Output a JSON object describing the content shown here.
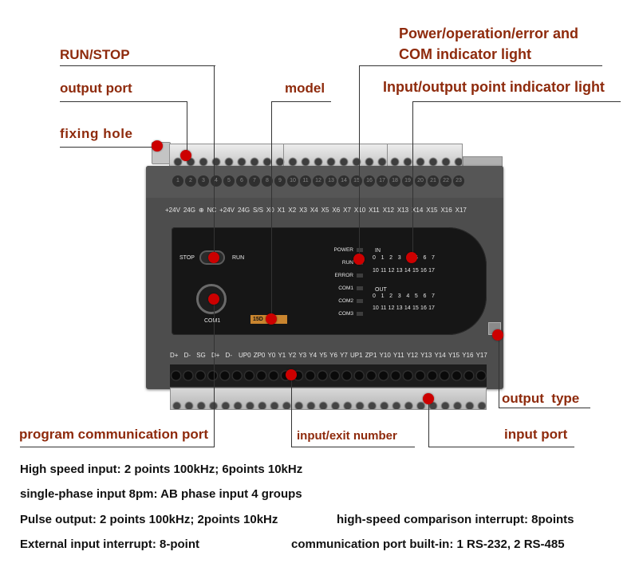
{
  "colors": {
    "callout": "#8e2a0c",
    "marker": "#cc0000"
  },
  "callouts": {
    "power_line1": "Power/operation/error and",
    "power_line2": "COM indicator light",
    "run_stop": "RUN/STOP",
    "output_port": "output port",
    "model": "model",
    "io_indicator": "Input/output point indicator light",
    "fixing_hole": "fixing hole",
    "output_type": "output  type",
    "program_port": "program communication port",
    "io_number": "input/exit number",
    "input_port": "input port"
  },
  "plc": {
    "terminal_numbers": [
      "1",
      "2",
      "3",
      "4",
      "5",
      "6",
      "7",
      "8",
      "9",
      "10",
      "11",
      "12",
      "13",
      "14",
      "15",
      "16",
      "17",
      "18",
      "19",
      "20",
      "21",
      "22",
      "23"
    ],
    "top_labels": [
      "+24V",
      "24G",
      "⊕",
      "NC",
      "+24V",
      "24G",
      "S/S",
      "X0",
      "X1",
      "X2",
      "X3",
      "X4",
      "X5",
      "X6",
      "X7",
      "X10",
      "X11",
      "X12",
      "X13",
      "X14",
      "X15",
      "X16",
      "X17"
    ],
    "switch": {
      "stop_label": "STOP",
      "run_label": "RUN"
    },
    "com_port_label": "COM1",
    "model_text": "15D",
    "status_leds": [
      "POWER",
      "RUN",
      "ERROR",
      "COM1",
      "COM2",
      "COM3"
    ],
    "in_label": "IN",
    "out_label": "OUT",
    "point_row_low": [
      "0",
      "1",
      "2",
      "3",
      "4",
      "5",
      "6",
      "7"
    ],
    "point_row_high": [
      "10",
      "11",
      "12",
      "13",
      "14",
      "15",
      "16",
      "17"
    ],
    "comm_labels": [
      "D+",
      "D-",
      "SG",
      "D+",
      "D-"
    ],
    "output_labels": [
      "UP0",
      "ZP0",
      "Y0",
      "Y1",
      "Y2",
      "Y3",
      "Y4",
      "Y5",
      "Y6",
      "Y7",
      "UP1",
      "ZP1",
      "Y10",
      "Y11",
      "Y12",
      "Y13",
      "Y14",
      "Y15",
      "Y16",
      "Y17"
    ]
  },
  "specs": {
    "high_speed_input": "High speed input: 2 points 100kHz; 6points 10kHz",
    "single_phase": "single-phase input 8pm: AB phase input 4 groups",
    "pulse_output": "Pulse output: 2 points 100kHz; 2points 10kHz",
    "comparison_interrupt": "high-speed comparison interrupt: 8points",
    "external_interrupt": "External input interrupt: 8-point",
    "comm_ports": "communication port built-in: 1 RS-232, 2 RS-485"
  }
}
